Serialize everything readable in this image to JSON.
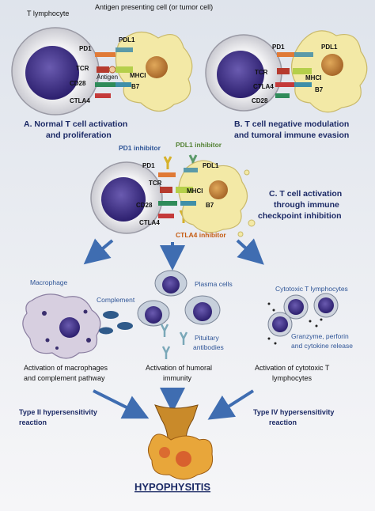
{
  "colors": {
    "background_top": "#dfe4ec",
    "background_bottom": "#f4f4f6",
    "t_cell_body": "#e6e6ea",
    "t_cell_nucleus": "#3f2f86",
    "apc_body": "#f3e9a6",
    "apc_nucleus": "#c98b3a",
    "arrow_blue": "#3f6db1",
    "pd1": "#e07a37",
    "pdl1": "#5b9aa8",
    "tcr": "#b63b2f",
    "mhc": "#b5cf4a",
    "cd28": "#2f8b5a",
    "ctla4": "#c43a3a",
    "title_red": "#1c2a66",
    "text_blue": "#2f5597",
    "text_orange": "#c55a11",
    "text_green": "#548235"
  },
  "panel_a": {
    "t_label": "T lymphocyte",
    "apc_label": "Antigen presenting cell (or tumor cell)",
    "pd1": "PD1",
    "pdl1": "PDL1",
    "tcr": "TCR",
    "antigen": "Antigen",
    "mhci": "MHCI",
    "cd28": "CD28",
    "b7": "B7",
    "ctla4": "CTLA4",
    "caption_line1": "A. Normal T cell activation",
    "caption_line2": "and proliferation"
  },
  "panel_b": {
    "pd1": "PD1",
    "pdl1": "PDL1",
    "tcr": "TCR",
    "mhci": "MHCI",
    "ctla4": "CTLA4",
    "b7": "B7",
    "cd28": "CD28",
    "caption_line1": "B. T cell negative modulation",
    "caption_line2": "and tumoral immune evasion"
  },
  "panel_c": {
    "pd1_inhibitor": "PD1 inhibitor",
    "pdl1_inhibitor": "PDL1 inhibitor",
    "pd1": "PD1",
    "pdl1": "PDL1",
    "tcr": "TCR",
    "mhci": "MHCI",
    "cd28": "CD28",
    "b7": "B7",
    "ctla4": "CTLA4",
    "ctla4_inhibitor": "CTLA4 inhibitor",
    "caption_line1": "C. T cell activation",
    "caption_line2": "through immune",
    "caption_line3": "checkpoint inhibition"
  },
  "outcomes": {
    "macrophage": "Macrophage",
    "complement": "Complement",
    "plasma_cells": "Plasma cells",
    "pituitary_line1": "Pituitary",
    "pituitary_line2": "antibodies",
    "cytotoxic": "Cytotoxic T lymphocytes",
    "granzyme_line1": "Granzyme, perforin",
    "granzyme_line2": "and cytokine release",
    "act_macro_line1": "Activation of macrophages",
    "act_macro_line2": "and complement pathway",
    "act_humoral_line1": "Activation of humoral",
    "act_humoral_line2": "immunity",
    "act_cyto_line1": "Activation of cytotoxic T",
    "act_cyto_line2": "lymphocytes",
    "type2_line1": "Type II hypersensitivity",
    "type2_line2": "reaction",
    "type4_line1": "Type IV hypersensitivity",
    "type4_line2": "reaction",
    "final": "HYPOPHYSITIS"
  }
}
